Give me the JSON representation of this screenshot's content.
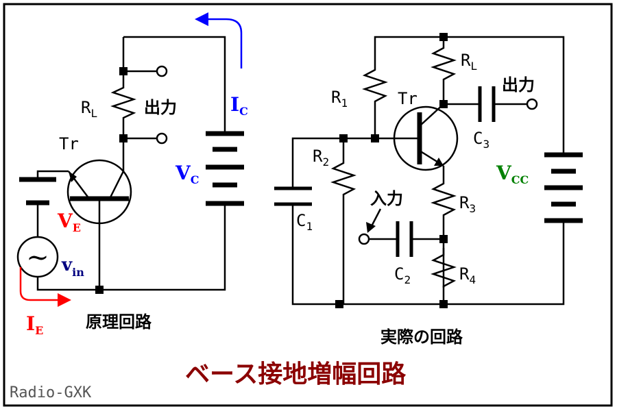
{
  "colors": {
    "border": "#000000",
    "title": "#8b0000",
    "emitter": "#ff0000",
    "collector": "#0000ff",
    "vcc": "#008000",
    "vin": "#000080",
    "watermark": "#555555"
  },
  "left_circuit": {
    "caption": "原理回路",
    "transistor": "Tr",
    "load_main": "R",
    "load_sub": "L",
    "output": "出力",
    "ic_main": "I",
    "ic_sub": "C",
    "vc_main": "V",
    "vc_sub": "C",
    "ve_main": "V",
    "ve_sub": "E",
    "vin_main": "v",
    "vin_sub": "in",
    "ie_main": "I",
    "ie_sub": "E",
    "ac_symbol": "~"
  },
  "right_circuit": {
    "caption": "実際の回路",
    "transistor": "Tr",
    "r1_main": "R",
    "r1_sub": "1",
    "r2_main": "R",
    "r2_sub": "2",
    "r3_main": "R",
    "r3_sub": "3",
    "r4_main": "R",
    "r4_sub": "4",
    "rl_main": "R",
    "rl_sub": "L",
    "c1_main": "C",
    "c1_sub": "1",
    "c2_main": "C",
    "c2_sub": "2",
    "c3_main": "C",
    "c3_sub": "3",
    "output": "出力",
    "input": "入力",
    "vcc_main": "V",
    "vcc_sub": "CC"
  },
  "title": "ベース接地増幅回路",
  "watermark": "Radio-GXK"
}
